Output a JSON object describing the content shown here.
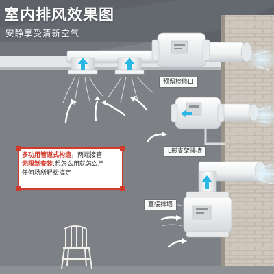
{
  "header": {
    "title": "室内排风效果图",
    "subtitle": "安静享受清新空气"
  },
  "labels": {
    "access_port": "预留检修口",
    "l_bracket": "L形支架排墙",
    "direct_exhaust": "直接排墙"
  },
  "description": {
    "line1_highlight": "多功用管道式构造",
    "line1_rest": "，两端接管",
    "line2_highlight": "无限制安装",
    "line2_rest": ",想怎么用就怎么用",
    "line3": "任何场所轻松搞定"
  },
  "colors": {
    "wall": "#7d8186",
    "header_band": "#5e6268",
    "brick": "#cfc7bd",
    "ceiling": "#e4e6e8",
    "fan_body": "#f1f2f3",
    "arrow": "#2ab7e3",
    "accent_red": "#d23a2c"
  }
}
